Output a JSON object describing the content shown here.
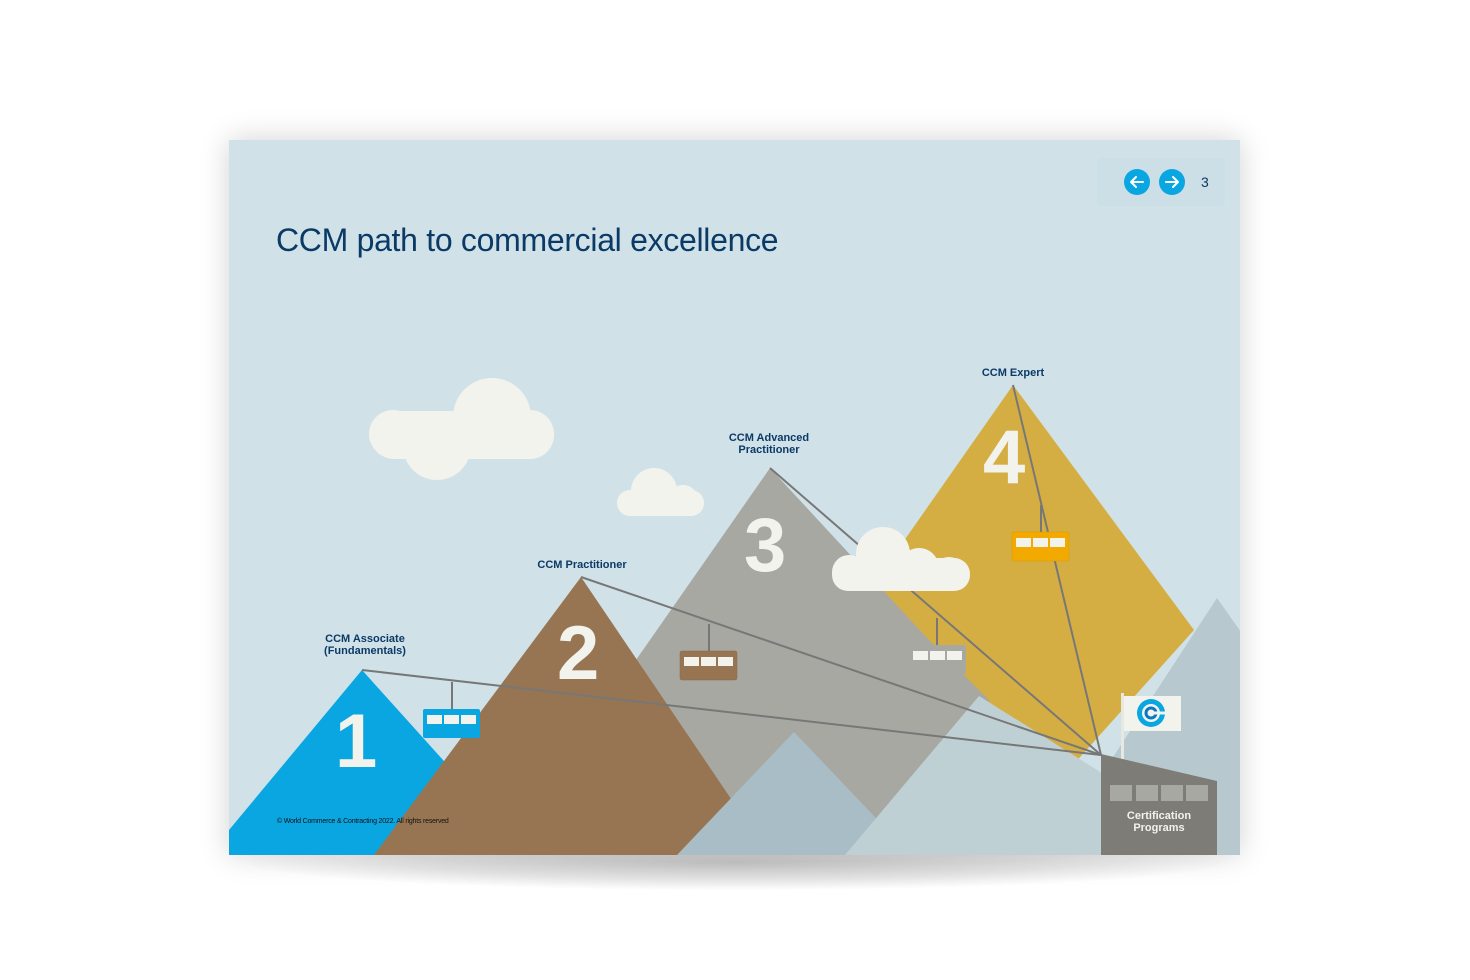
{
  "slide": {
    "title": "CCM path to commercial excellence",
    "page_number": "3",
    "nav": {
      "prev_icon": "arrow-left-icon",
      "next_icon": "arrow-right-icon"
    },
    "copyright": "© World Commerce & Contracting 2022. All rights reserved"
  },
  "levels": [
    {
      "number": "1",
      "label_line1": "CCM Associate",
      "label_line2": "(Fundamentals)",
      "color": "#0aa6e2"
    },
    {
      "number": "2",
      "label_line1": "CCM Practitioner",
      "label_line2": "",
      "color": "#977553"
    },
    {
      "number": "3",
      "label_line1": "CCM Advanced",
      "label_line2": "Practitioner",
      "color": "#a8a8a3"
    },
    {
      "number": "4",
      "label_line1": "CCM Expert",
      "label_line2": "",
      "color": "#d5ae43"
    }
  ],
  "base_station": {
    "label_line1": "Certification",
    "label_line2": "Programs",
    "flag_icon": "wcc-logo-icon",
    "color": "#7d7c77"
  },
  "colors": {
    "sky": "#d0e2e8",
    "title": "#0b3a66",
    "accent": "#0aa6e2",
    "cloud": "#f3f3ee",
    "cable": "#777777",
    "cabin_blue": "#0aa6e2",
    "cabin_brown": "#977553",
    "cabin_grey": "#a8a8a3",
    "cabin_orange": "#f2a900"
  }
}
